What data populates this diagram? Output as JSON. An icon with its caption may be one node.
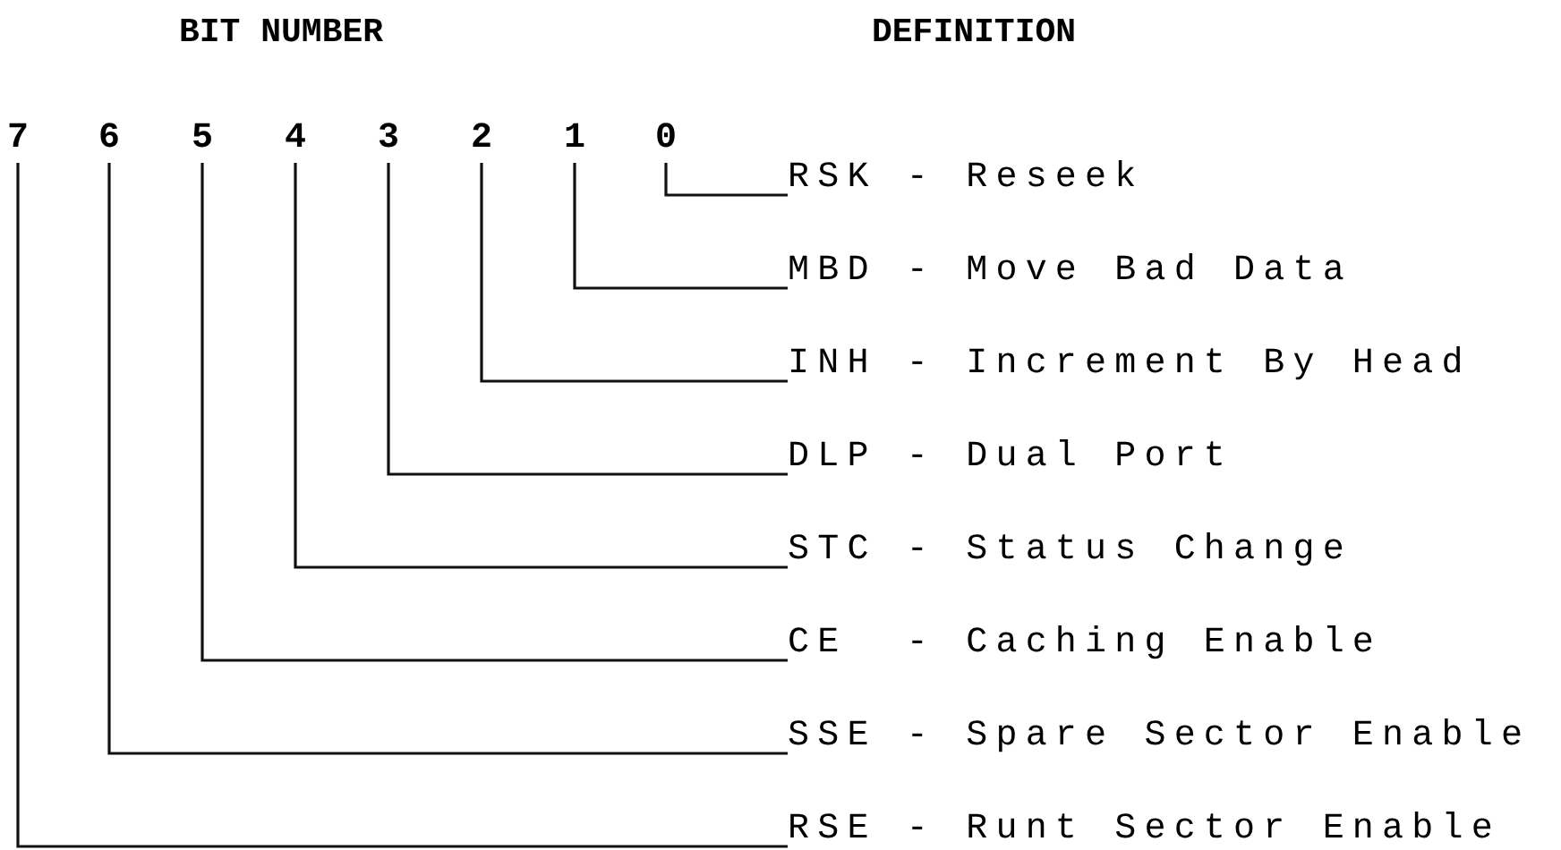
{
  "diagram": {
    "nodes": [
      {
        "text": [
          "7"
        ]
      },
      {
        "text": [
          "6"
        ]
      },
      {
        "text": [
          "5"
        ]
      },
      {
        "text": [
          "4"
        ]
      },
      {
        "text": [
          "3"
        ]
      },
      {
        "text": [
          "2"
        ]
      },
      {
        "text": [
          "1"
        ]
      },
      {
        "text": [
          "0"
        ]
      },
      {
        "text": [
          "RSK - Reseek"
        ]
      },
      {
        "text": [
          "MBD - Move Bad Data"
        ]
      },
      {
        "text": [
          "INH - Increment By Head"
        ]
      },
      {
        "text": [
          "DLP - Dual Port"
        ]
      },
      {
        "text": [
          "STC - Status Change"
        ]
      },
      {
        "text": [
          "CE  - Caching Enable"
        ]
      },
      {
        "text": [
          "SSE - Spare Sector Enable"
        ]
      },
      {
        "text": [
          "RSE - Runt Sector Enable"
        ]
      }
    ],
    "edges": [
      {
        "from": 7,
        "to": 8,
        "arrow": "none"
      },
      {
        "from": 6,
        "to": 9,
        "arrow": "none"
      },
      {
        "from": 5,
        "to": 10,
        "arrow": "none"
      },
      {
        "from": 4,
        "to": 11,
        "arrow": "none"
      },
      {
        "from": 3,
        "to": 12,
        "arrow": "none"
      },
      {
        "from": 2,
        "to": 13,
        "arrow": "none"
      },
      {
        "from": 1,
        "to": 14,
        "arrow": "none"
      },
      {
        "from": 0,
        "to": 15,
        "arrow": "none"
      }
    ],
    "labels": [
      "BIT NUMBER",
      "DEFINITION"
    ]
  }
}
